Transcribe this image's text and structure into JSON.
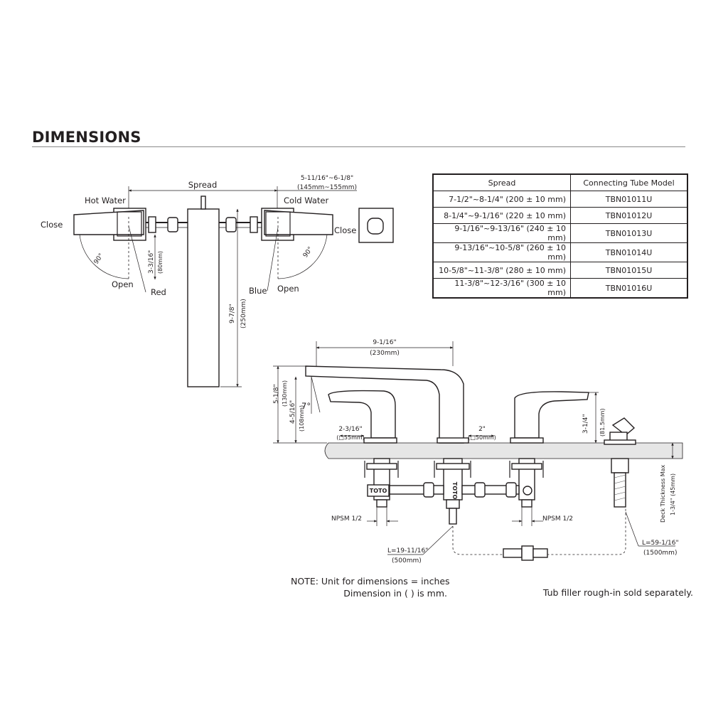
{
  "title": "DIMENSIONS",
  "table": {
    "headers": [
      "Spread",
      "Connecting Tube Model"
    ],
    "rows": [
      [
        "7-1/2\"~8-1/4\" (200 ± 10 mm)",
        "TBN01011U"
      ],
      [
        "8-1/4\"~9-1/16\" (220 ± 10 mm)",
        "TBN01012U"
      ],
      [
        "9-1/16\"~9-13/16\" (240 ± 10 mm)",
        "TBN01013U"
      ],
      [
        "9-13/16\"~10-5/8\" (260 ± 10 mm)",
        "TBN01014U"
      ],
      [
        "10-5/8\"~11-3/8\" (280 ± 10 mm)",
        "TBN01015U"
      ],
      [
        "11-3/8\"~12-3/16\" (300 ± 10 mm)",
        "TBN01016U"
      ]
    ]
  },
  "top_view": {
    "spread": "Spread",
    "spread_in": "5-11/16\"~6-1/8\"",
    "spread_mm": "(145mm~155mm)",
    "hot_water": "Hot Water",
    "cold_water": "Cold Water",
    "close_left": "Close",
    "close_right": "Close",
    "open_left": "Open",
    "open_right": "Open",
    "red": "Red",
    "blue": "Blue",
    "angle_left": "90°",
    "angle_right": "90°",
    "handle_in": "3-3/16\"",
    "handle_mm": "(80mm)",
    "spout_in": "9-7/8\"",
    "spout_mm": "(250mm)"
  },
  "side_view": {
    "reach_in": "9-1/16\"",
    "reach_mm": "(230mm)",
    "height_in": "5-1/8\"",
    "height_mm": "(130mm)",
    "outlet_in": "4-5/16\"",
    "outlet_mm": "(108mm)",
    "angle": "7°",
    "handle_base_in": "2-3/16\"",
    "handle_base_mm": "(□55mm)",
    "spout_base_in": "2\"",
    "spout_base_mm": "(□50mm)",
    "handle_h_in": "3-1/4\"",
    "handle_h_mm": "(81.5mm)",
    "npsm_left": "NPSM 1/2",
    "npsm_right": "NPSM 1/2",
    "deck_label": "Deck Thickness Max",
    "deck_val": "1-3/4\" (45mm)",
    "tube_in": "L=19-11/16\"",
    "tube_mm": "(500mm)",
    "hose_in": "L=59-1/16\"",
    "hose_mm": "(1500mm)",
    "brand": "TOTO",
    "brand2": "TOTO"
  },
  "notes": {
    "line1": "NOTE: Unit for dimensions = inches",
    "line2": "Dimension in ( ) is mm.",
    "right": "Tub filler rough-in sold separately."
  }
}
